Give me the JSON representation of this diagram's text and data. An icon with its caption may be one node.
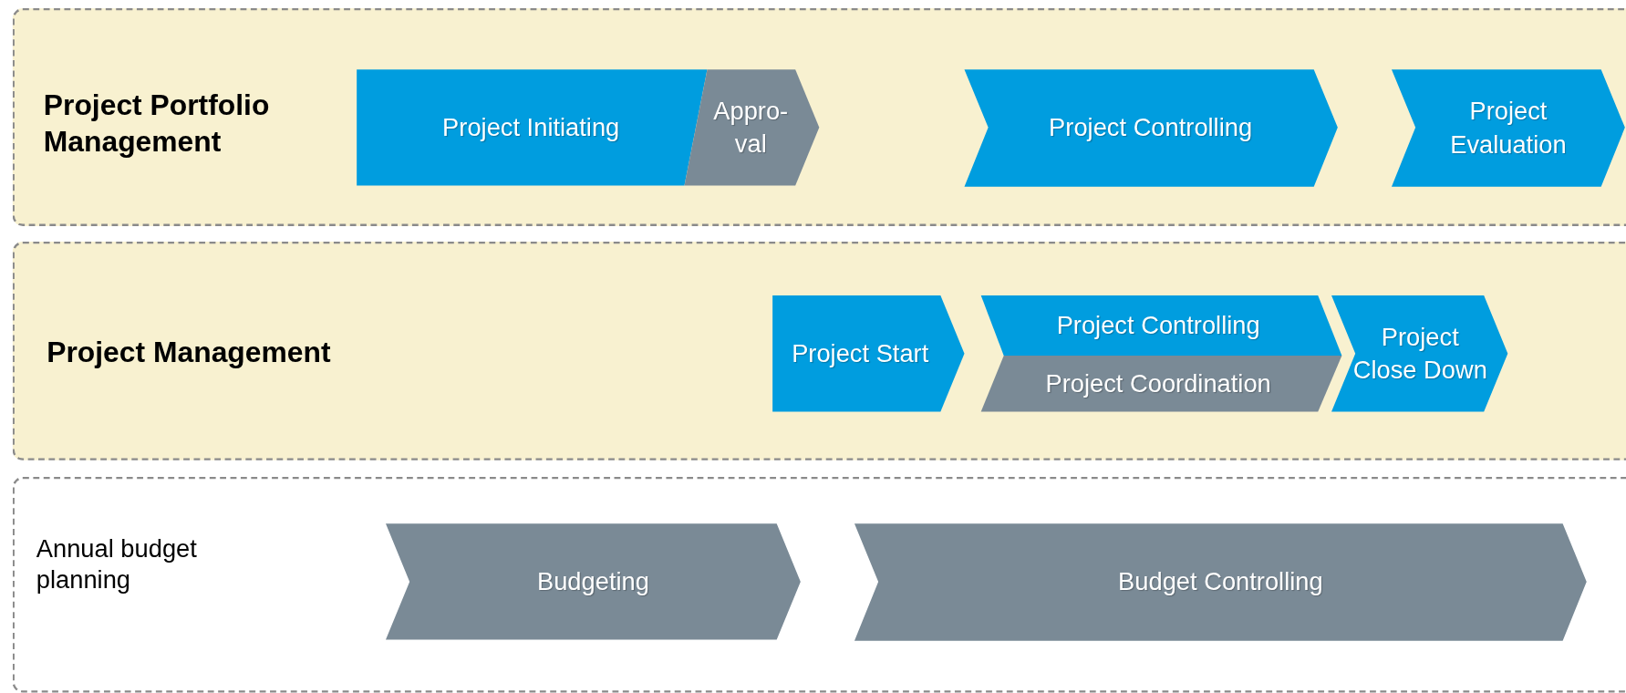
{
  "diagram": {
    "nodes": [
      {
        "text": [
          "Project Portfolio Management"
        ]
      },
      {
        "text": [
          "Project Initiating"
        ],
        "in": 0
      },
      {
        "text": [
          "Appro- val"
        ],
        "in": 0
      },
      {
        "text": [
          "Project Controlling"
        ],
        "in": 0
      },
      {
        "text": [
          "Project Evaluation"
        ],
        "in": 0
      },
      {
        "text": [
          "Project Management"
        ]
      },
      {
        "text": [
          "Project Start"
        ],
        "in": 5
      },
      {
        "text": [
          "Project Controlling"
        ],
        "in": 5
      },
      {
        "text": [
          "Project Coordination"
        ],
        "in": 5
      },
      {
        "text": [
          "Project Close Down"
        ],
        "in": 5
      },
      {
        "text": [
          "Annual budget planning"
        ]
      },
      {
        "text": [
          "Budgeting"
        ],
        "in": 10
      },
      {
        "text": [
          "Budget Controlling"
        ],
        "in": 10
      }
    ]
  }
}
